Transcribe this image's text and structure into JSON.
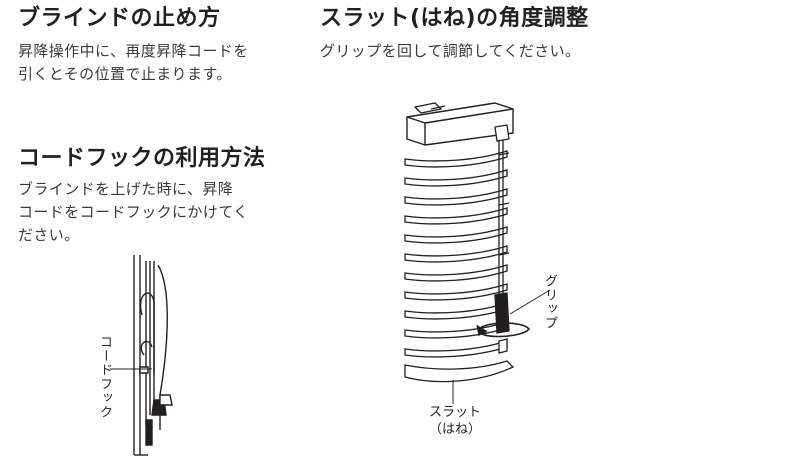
{
  "stop": {
    "title": "ブラインドの止め方",
    "lines": [
      "昇降操作中に、再度昇降コードを",
      "引くとその位置で止まります。"
    ]
  },
  "hook": {
    "title": "コードフックの利用方法",
    "lines": [
      "ブラインドを上げた時に、昇降",
      "コードをコードフックにかけてく",
      "ださい。"
    ],
    "callout": "コードフック"
  },
  "slat": {
    "title": "スラット(はね)の角度調整",
    "lines": [
      "グリップを回して調節してください。"
    ],
    "grip_label": "グリップ",
    "slat_label_1": "スラット",
    "slat_label_2": "（はね）"
  }
}
